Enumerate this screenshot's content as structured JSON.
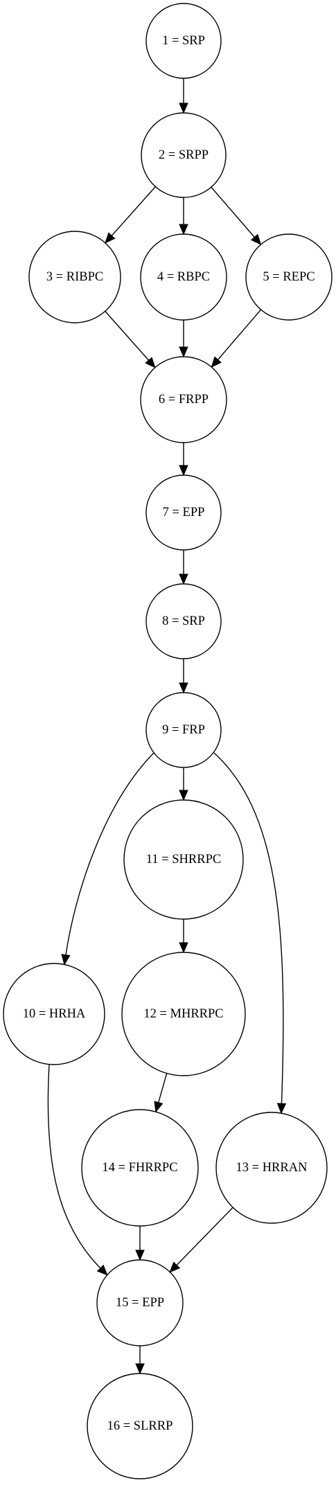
{
  "nodes": [
    {
      "id": "1",
      "label": "1 = SRP"
    },
    {
      "id": "2",
      "label": "2 = SRPP"
    },
    {
      "id": "3",
      "label": "3 = RIBPC"
    },
    {
      "id": "4",
      "label": "4 = RBPC"
    },
    {
      "id": "5",
      "label": "5 = REPC"
    },
    {
      "id": "6",
      "label": "6 = FRPP"
    },
    {
      "id": "7",
      "label": "7 = EPP"
    },
    {
      "id": "8",
      "label": "8 = SRP"
    },
    {
      "id": "9",
      "label": "9 = FRP"
    },
    {
      "id": "10",
      "label": "10 = HRHA"
    },
    {
      "id": "11",
      "label": "11 = SHRRPC"
    },
    {
      "id": "12",
      "label": "12 = MHRRPC"
    },
    {
      "id": "13",
      "label": "13 = HRRAN"
    },
    {
      "id": "14",
      "label": "14 = FHRRPC"
    },
    {
      "id": "15",
      "label": "15 = EPP"
    },
    {
      "id": "16",
      "label": "16 = SLRRP"
    }
  ],
  "edges": [
    {
      "from": "1",
      "to": "2"
    },
    {
      "from": "2",
      "to": "3"
    },
    {
      "from": "2",
      "to": "4"
    },
    {
      "from": "2",
      "to": "5"
    },
    {
      "from": "3",
      "to": "6"
    },
    {
      "from": "4",
      "to": "6"
    },
    {
      "from": "5",
      "to": "6"
    },
    {
      "from": "6",
      "to": "7"
    },
    {
      "from": "7",
      "to": "8"
    },
    {
      "from": "8",
      "to": "9"
    },
    {
      "from": "9",
      "to": "10"
    },
    {
      "from": "9",
      "to": "11"
    },
    {
      "from": "9",
      "to": "13"
    },
    {
      "from": "11",
      "to": "12"
    },
    {
      "from": "12",
      "to": "14"
    },
    {
      "from": "10",
      "to": "15"
    },
    {
      "from": "14",
      "to": "15"
    },
    {
      "from": "13",
      "to": "15"
    },
    {
      "from": "15",
      "to": "16"
    }
  ]
}
